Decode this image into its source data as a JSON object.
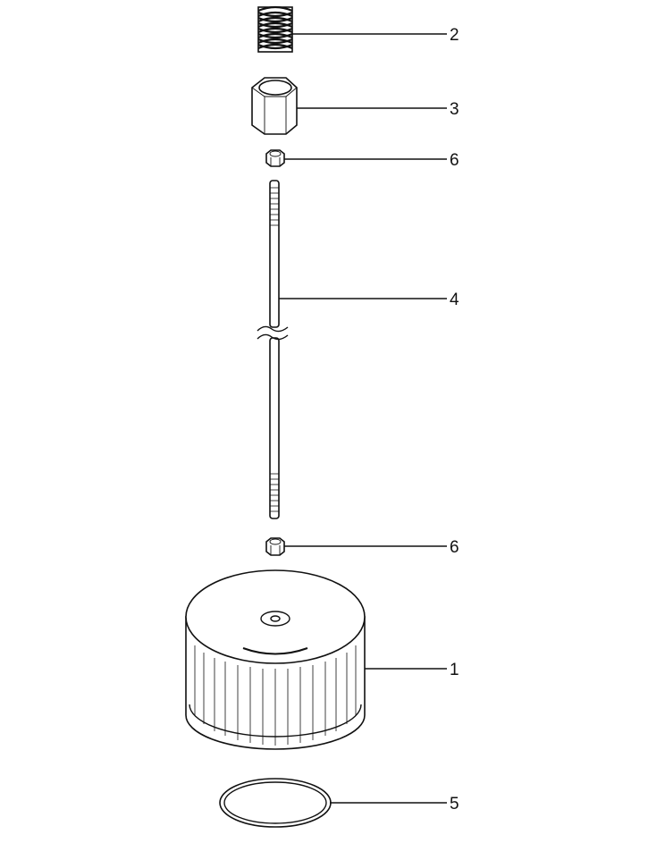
{
  "callouts": {
    "spring": "2",
    "hex_sleeve": "3",
    "nut_top": "6",
    "rod": "4",
    "nut_bottom": "6",
    "filter": "1",
    "gasket": "5"
  },
  "colors": {
    "line": "#111111",
    "background": "#ffffff"
  }
}
